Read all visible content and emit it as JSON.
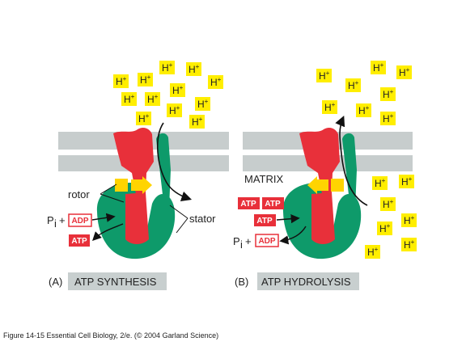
{
  "colors": {
    "membrane": "#c7cdcd",
    "stator": "#0e9a6a",
    "rotor": "#e8303a",
    "proton": "#ffee00",
    "arrow_yellow": "#ffd400",
    "label_bar": "#c8cfcf"
  },
  "proton": {
    "symbol": "H",
    "charge": "+"
  },
  "panel_a": {
    "letter": "(A)",
    "title": "ATP SYNTHESIS",
    "rotor_label": "rotor",
    "stator_label": "stator",
    "pi_label": "P",
    "pi_sub": "i",
    "plus": "+",
    "adp": "ADP",
    "atp": "ATP"
  },
  "panel_b": {
    "letter": "(B)",
    "title": "ATP HYDROLYSIS",
    "matrix_label": "MATRIX",
    "atp": "ATP",
    "pi_label": "P",
    "pi_sub": "i",
    "plus": "+",
    "adp": "ADP"
  },
  "caption": "Figure 14-15  Essential Cell Biology, 2/e. (© 2004 Garland Science)"
}
